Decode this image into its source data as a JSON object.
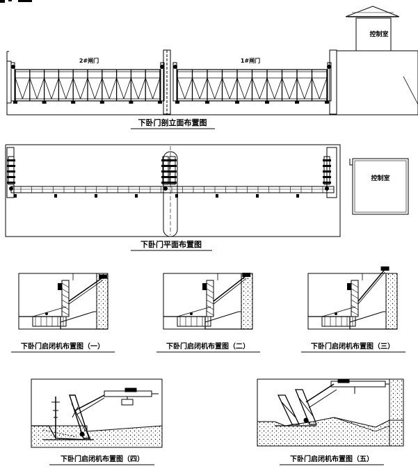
{
  "elevation": {
    "caption": "下卧门剖立面布置图",
    "gate2_label": "2#闸门",
    "gate1_label": "1#闸门",
    "control_room": "控制室"
  },
  "plan": {
    "caption": "下卧门平面布置图",
    "control_room": "控制室"
  },
  "hoist_views": [
    {
      "caption": "下卧门启闭机布置图（一）"
    },
    {
      "caption": "下卧门启闭机布置图（二）"
    },
    {
      "caption": "下卧门启闭机布置图（三）"
    },
    {
      "caption": "下卧门启闭机布置图（四）"
    },
    {
      "caption": "下卧门启闭机布置图（五）"
    }
  ],
  "colors": {
    "line": "#000000",
    "paper": "#ffffff"
  }
}
